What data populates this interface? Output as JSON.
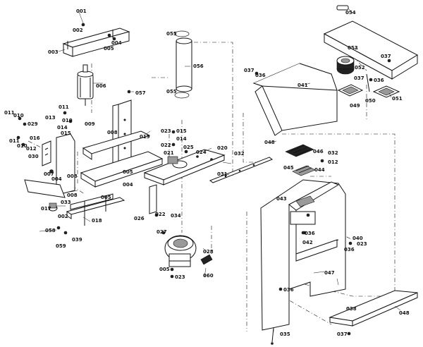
{
  "diagram": {
    "callouts": {
      "c001": "001",
      "c002": "002",
      "c003": "003",
      "c004": "004",
      "c004b": "004",
      "c004c": "004",
      "c005": "005",
      "c005b": "005",
      "c005c": "005",
      "c005d": "005",
      "c006": "006",
      "c007": "007",
      "c008": "008",
      "c008b": "008",
      "c008c": "008",
      "c009": "009",
      "c010": "010",
      "c010b": "010",
      "c010c": "010",
      "c011": "011",
      "c011b": "011",
      "c011c": "011",
      "c012": "012",
      "c012b": "012",
      "c013": "013",
      "c014": "014",
      "c014b": "014",
      "c015": "015",
      "c015b": "015",
      "c016": "016",
      "c017": "017",
      "c018": "018",
      "c019": "019",
      "c020": "020",
      "c021": "021",
      "c022": "022",
      "c022b": "022",
      "c023": "023",
      "c023b": "023",
      "c023c": "023",
      "c024": "024",
      "c025": "025",
      "c026": "026",
      "c027": "027",
      "c028": "028",
      "c029": "029",
      "c030": "030",
      "c031": "031",
      "c032": "032",
      "c032b": "032",
      "c033": "033",
      "c034": "034",
      "c035": "035",
      "c036": "036",
      "c036b": "036",
      "c036c": "036",
      "c036d": "036",
      "c036e": "036",
      "c037": "037",
      "c037b": "037",
      "c037c": "037",
      "c037d": "037",
      "c038": "038",
      "c039": "039",
      "c040": "040",
      "c041": "041",
      "c042": "042",
      "c043": "043",
      "c044": "044",
      "c045": "045",
      "c046": "046",
      "c047": "047",
      "c048": "048",
      "c048b": "048",
      "c049": "049",
      "c050": "050",
      "c051": "051",
      "c052": "052",
      "c053": "053",
      "c054": "054",
      "c055": "055",
      "c055b": "055",
      "c056": "056",
      "c057": "057",
      "c058": "058",
      "c059": "059",
      "c060": "060"
    }
  }
}
